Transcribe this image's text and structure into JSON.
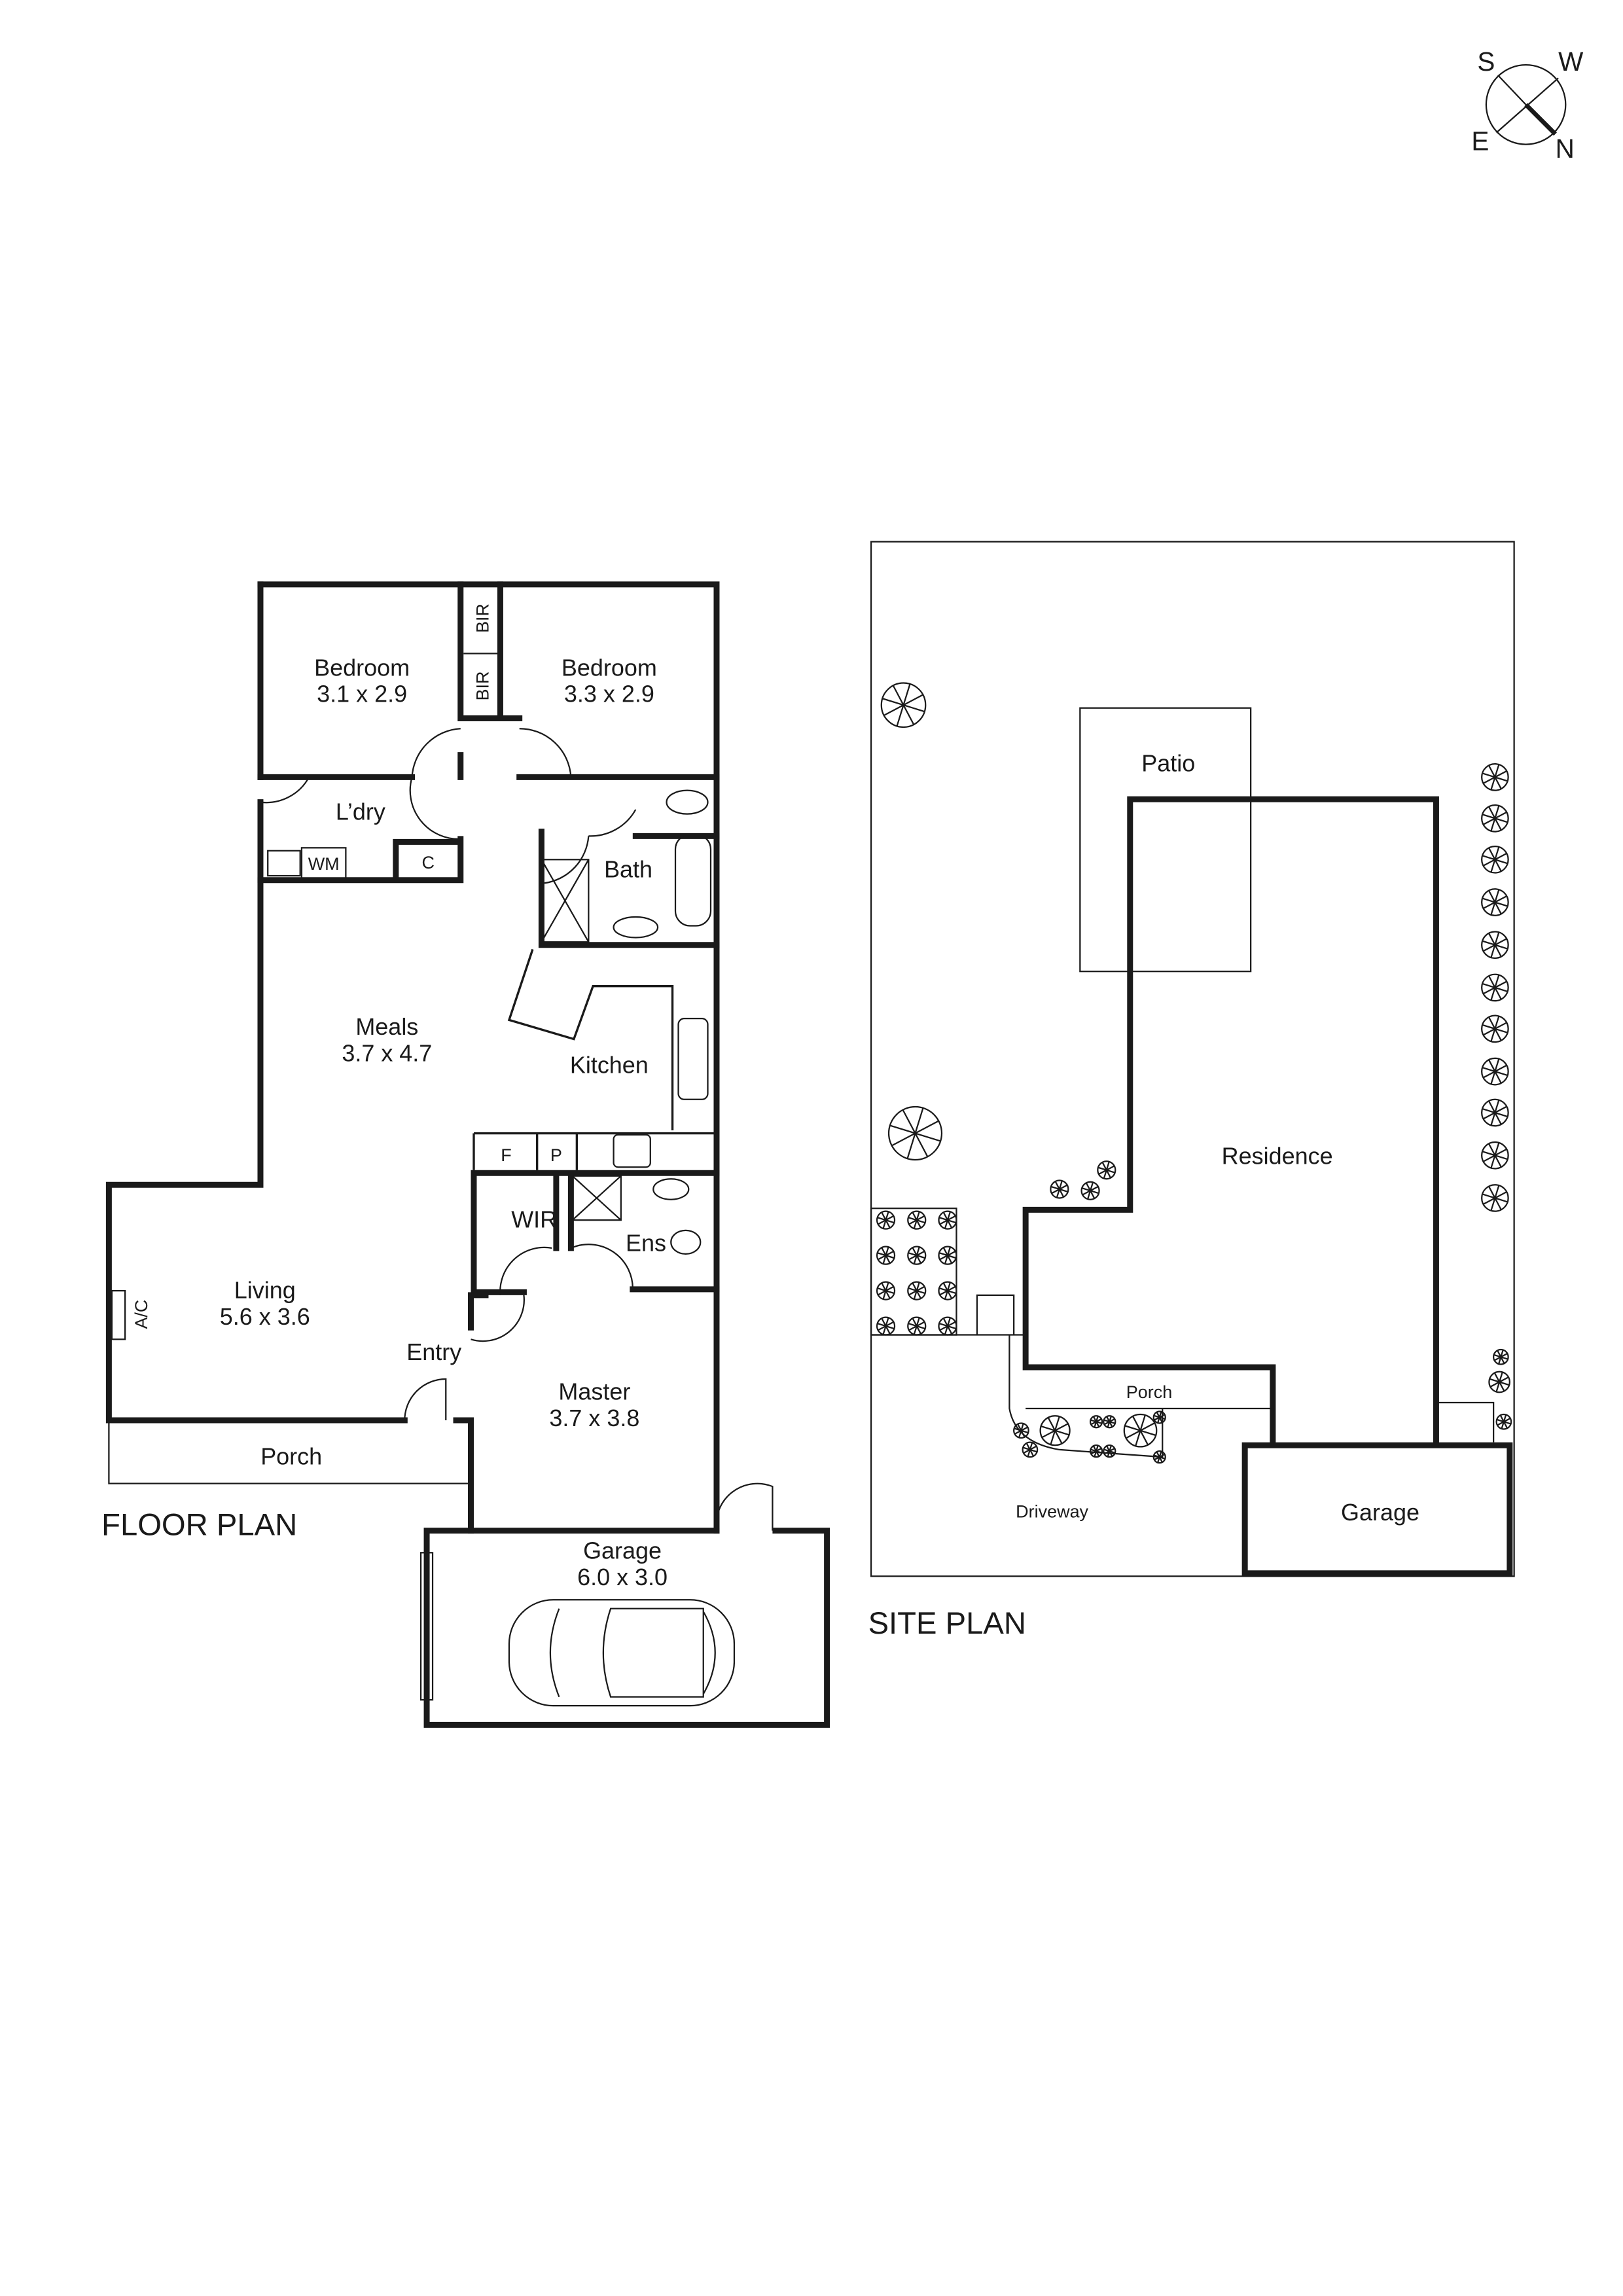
{
  "compass": {
    "labels": {
      "north": "N",
      "south": "S",
      "east": "E",
      "west": "W"
    }
  },
  "floor_plan": {
    "title": "FLOOR PLAN",
    "rooms": [
      {
        "name": "Bedroom",
        "size": "3.1 x 2.9"
      },
      {
        "name": "Bedroom",
        "size": "3.3 x 2.9"
      },
      {
        "name": "L’dry"
      },
      {
        "name": "Bath"
      },
      {
        "name": "Meals",
        "size": "3.7 x 4.7"
      },
      {
        "name": "Kitchen"
      },
      {
        "name": "WIR"
      },
      {
        "name": "Ens"
      },
      {
        "name": "Living",
        "size": "5.6 x 3.6"
      },
      {
        "name": "Entry"
      },
      {
        "name": "Master",
        "size": "3.7 x 3.8"
      },
      {
        "name": "Porch"
      },
      {
        "name": "Garage",
        "size": "6.0 x 3.0"
      }
    ],
    "fixtures": {
      "bir": "BIR",
      "wm": "WM",
      "cupboard": "C",
      "fridge": "F",
      "pantry": "P",
      "ac": "A/C"
    }
  },
  "site_plan": {
    "title": "SITE PLAN",
    "areas": {
      "patio": "Patio",
      "residence": "Residence",
      "porch": "Porch",
      "driveway": "Driveway",
      "garage": "Garage"
    }
  }
}
